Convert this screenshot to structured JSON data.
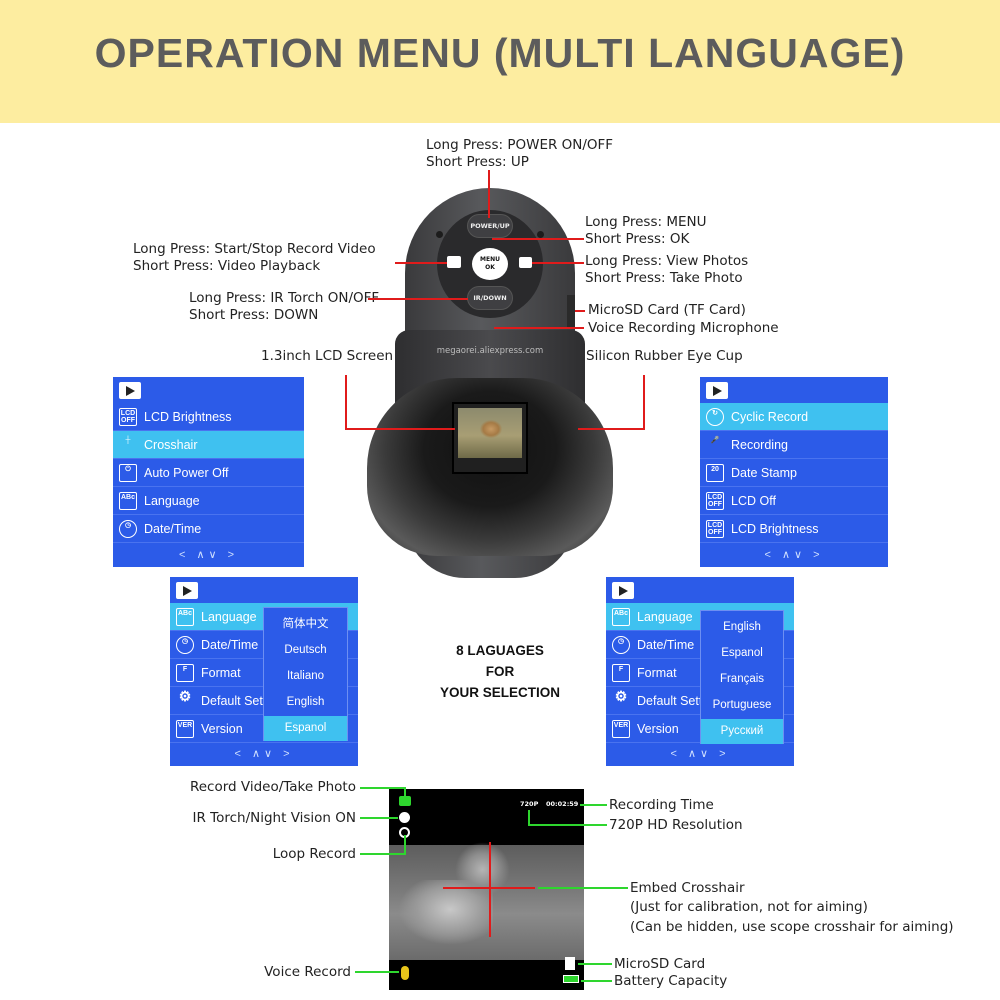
{
  "banner": {
    "title": "OPERATION MENU (MULTI LANGUAGE)",
    "bg": "#fdeda0"
  },
  "callouts": {
    "power_long": "Long Press:  POWER ON/OFF",
    "power_short": "Short Press: UP",
    "record_long": "Long Press:  Start/Stop Record Video",
    "record_short": "Short Press: Video Playback",
    "ir_long": "Long Press:  IR Torch ON/OFF",
    "ir_short": "Short Press: DOWN",
    "menu_long": "Long Press:  MENU",
    "menu_short": "Short Press: OK",
    "photo_long": "Long Press:  View Photos",
    "photo_short": "Short Press: Take Photo",
    "microsd": "MicroSD Card (TF Card)",
    "mic": "Voice Recording Microphone",
    "lcd": "1.3inch LCD Screen",
    "eyecup": "Silicon Rubber Eye Cup"
  },
  "device": {
    "btn_up": "POWER/UP",
    "btn_menu_1": "MENU",
    "btn_menu_2": "OK",
    "btn_down": "IR/DOWN",
    "url": "megaorei.aliexpress.com"
  },
  "menu_tl": {
    "rows": [
      {
        "icon": "LCD OFF",
        "label": "LCD Brightness"
      },
      {
        "icon": "",
        "label": "Crosshair"
      },
      {
        "icon": "",
        "label": "Auto Power Off"
      },
      {
        "icon": "ABc",
        "label": "Language"
      },
      {
        "icon": "",
        "label": "Date/Time"
      }
    ],
    "nav": "< ∧∨ >"
  },
  "menu_tr": {
    "rows": [
      {
        "icon": "",
        "label": "Cyclic Record"
      },
      {
        "icon": "",
        "label": "Recording"
      },
      {
        "icon": "20",
        "label": "Date Stamp"
      },
      {
        "icon": "LCD OFF",
        "label": "LCD Off"
      },
      {
        "icon": "LCD OFF",
        "label": "LCD Brightness"
      }
    ],
    "nav": "< ∧∨ >"
  },
  "menu_bl": {
    "rows": [
      {
        "icon": "ABc",
        "label": "Language"
      },
      {
        "icon": "",
        "label": "Date/Time"
      },
      {
        "icon": "F",
        "label": "Format"
      },
      {
        "icon": "",
        "label": "Default Setti"
      },
      {
        "icon": "VER",
        "label": "Version"
      }
    ],
    "options": [
      "简体中文",
      "Deutsch",
      "Italiano",
      "English",
      "Espanol"
    ],
    "nav": "< ∧∨ >"
  },
  "menu_br": {
    "rows": [
      {
        "icon": "ABc",
        "label": "Language"
      },
      {
        "icon": "",
        "label": "Date/Time"
      },
      {
        "icon": "F",
        "label": "Format"
      },
      {
        "icon": "",
        "label": "Default Setti"
      },
      {
        "icon": "VER",
        "label": "Version"
      }
    ],
    "options": [
      "English",
      "Espanol",
      "Français",
      "Portuguese",
      "Pусский"
    ],
    "nav": "< ∧∨ >"
  },
  "selection": {
    "line1": "8 LAGUAGES",
    "line2": "FOR",
    "line3": "YOUR SELECTION"
  },
  "viewfinder": {
    "resolution": "720P",
    "time": "00:02:59",
    "labels": {
      "record_photo": "Record Video/Take Photo",
      "ir_torch": "IR Torch/Night Vision ON",
      "loop": "Loop Record",
      "voice": "Voice Record",
      "rec_time": "Recording Time",
      "hd": "720P HD Resolution",
      "crosshair": "Embed Crosshair",
      "crosshair_note1": "(Just for calibration, not for aiming)",
      "crosshair_note2": "(Can be hidden, use scope crosshair for aiming)",
      "microsd": "MicroSD Card",
      "battery": "Battery Capacity"
    }
  },
  "colors": {
    "menu_blue": "#2c5be8",
    "menu_highlight": "#3fc1f0",
    "callout_red": "#e01b1b",
    "callout_green": "#2ed62e"
  }
}
